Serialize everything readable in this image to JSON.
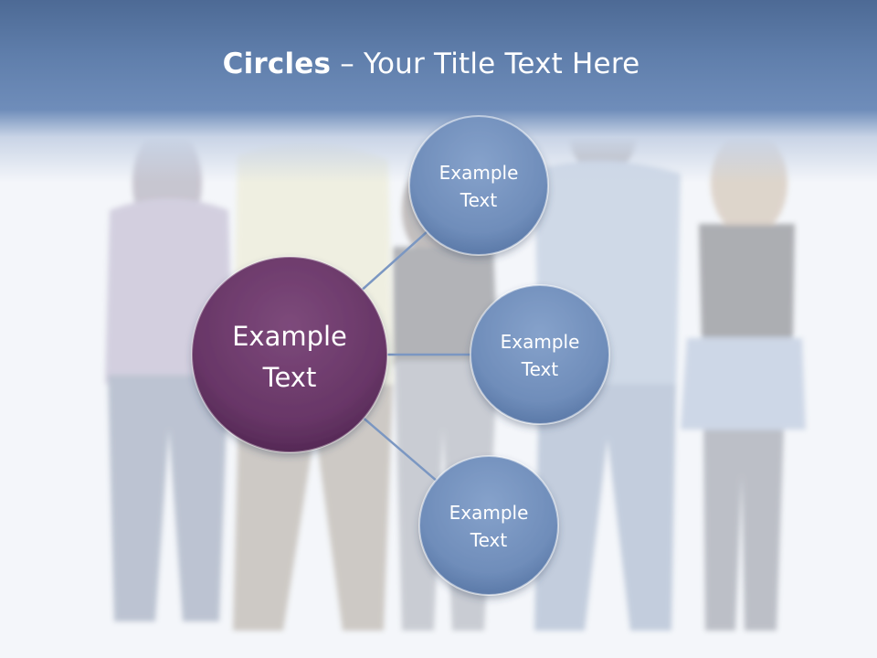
{
  "slide": {
    "title_bold": "Circles",
    "title_rest": " – Your Title Text Here"
  },
  "diagram": {
    "center": {
      "line1": "Example",
      "line2": "Text",
      "color": "#6b3a6a"
    },
    "satellites": [
      {
        "line1": "Example",
        "line2": "Text"
      },
      {
        "line1": "Example",
        "line2": "Text"
      },
      {
        "line1": "Example",
        "line2": "Text"
      }
    ],
    "satellite_color": "#7190bd",
    "connector_color": "#7b97c2"
  }
}
